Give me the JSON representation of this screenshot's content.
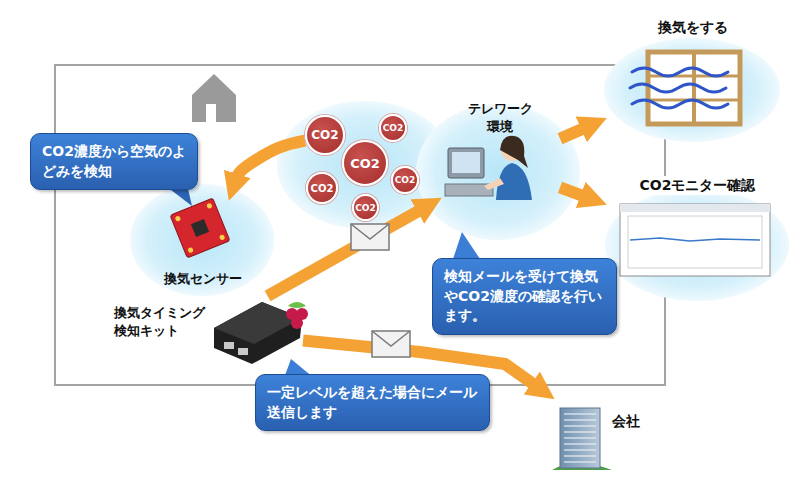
{
  "diagram": {
    "nodes": [
      {
        "text": [
          "CO2濃度から空気のよどみを検知"
        ]
      },
      {
        "text": [
          "CO2"
        ]
      },
      {
        "text": [
          "CO2"
        ]
      },
      {
        "text": [
          "CO2"
        ]
      },
      {
        "text": [
          "CO2"
        ]
      },
      {
        "text": [
          "CO2"
        ]
      },
      {
        "text": [
          "CO2"
        ]
      },
      {
        "text": [
          "テレワーク 環境"
        ]
      },
      {
        "text": [
          "換気をする"
        ]
      },
      {
        "text": [
          "CO2モニター確認"
        ]
      },
      {
        "text": [
          "換気センサー"
        ]
      },
      {
        "text": [
          "換気タイミング 検知キット"
        ]
      },
      {
        "text": [
          "検知メールを受けて換気やCO2濃度の確認を行います。"
        ]
      },
      {
        "text": [
          "一定レベルを超えた場合にメール送信します"
        ]
      },
      {
        "text": [
          "会社"
        ]
      }
    ],
    "edges": [
      {
        "from": 1,
        "to": 10,
        "arrow": "to"
      },
      {
        "from": 7,
        "to": 8,
        "arrow": "to"
      },
      {
        "from": 7,
        "to": 9,
        "arrow": "to"
      },
      {
        "from": 11,
        "to": 7,
        "arrow": "to"
      },
      {
        "from": 11,
        "to": 14,
        "arrow": "to"
      }
    ]
  }
}
